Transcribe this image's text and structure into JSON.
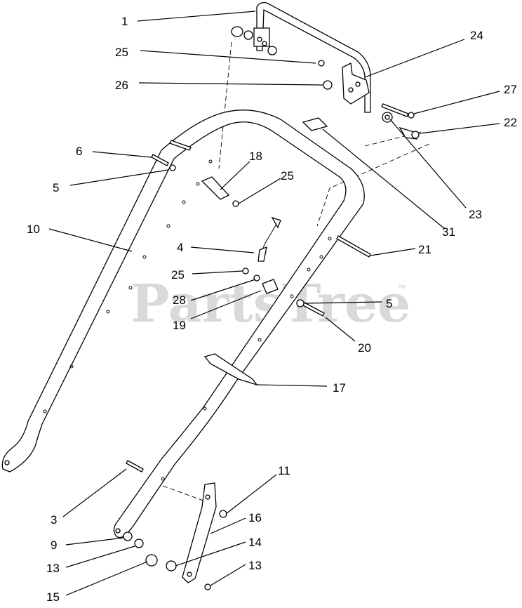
{
  "watermark": {
    "text": "PartsTree",
    "tm": "™"
  },
  "callouts": {
    "c1": "1",
    "c24": "24",
    "c25a": "25",
    "c26": "26",
    "c27": "27",
    "c22": "22",
    "c6": "6",
    "c18": "18",
    "c25b": "25",
    "c5a": "5",
    "c23": "23",
    "c31": "31",
    "c10": "10",
    "c21": "21",
    "c4": "4",
    "c25c": "25",
    "c28": "28",
    "c5b": "5",
    "c19": "19",
    "c20": "20",
    "c17": "17",
    "c11": "11",
    "c3": "3",
    "c16": "16",
    "c9": "9",
    "c14": "14",
    "c13a": "13",
    "c13b": "13",
    "c15": "15"
  }
}
